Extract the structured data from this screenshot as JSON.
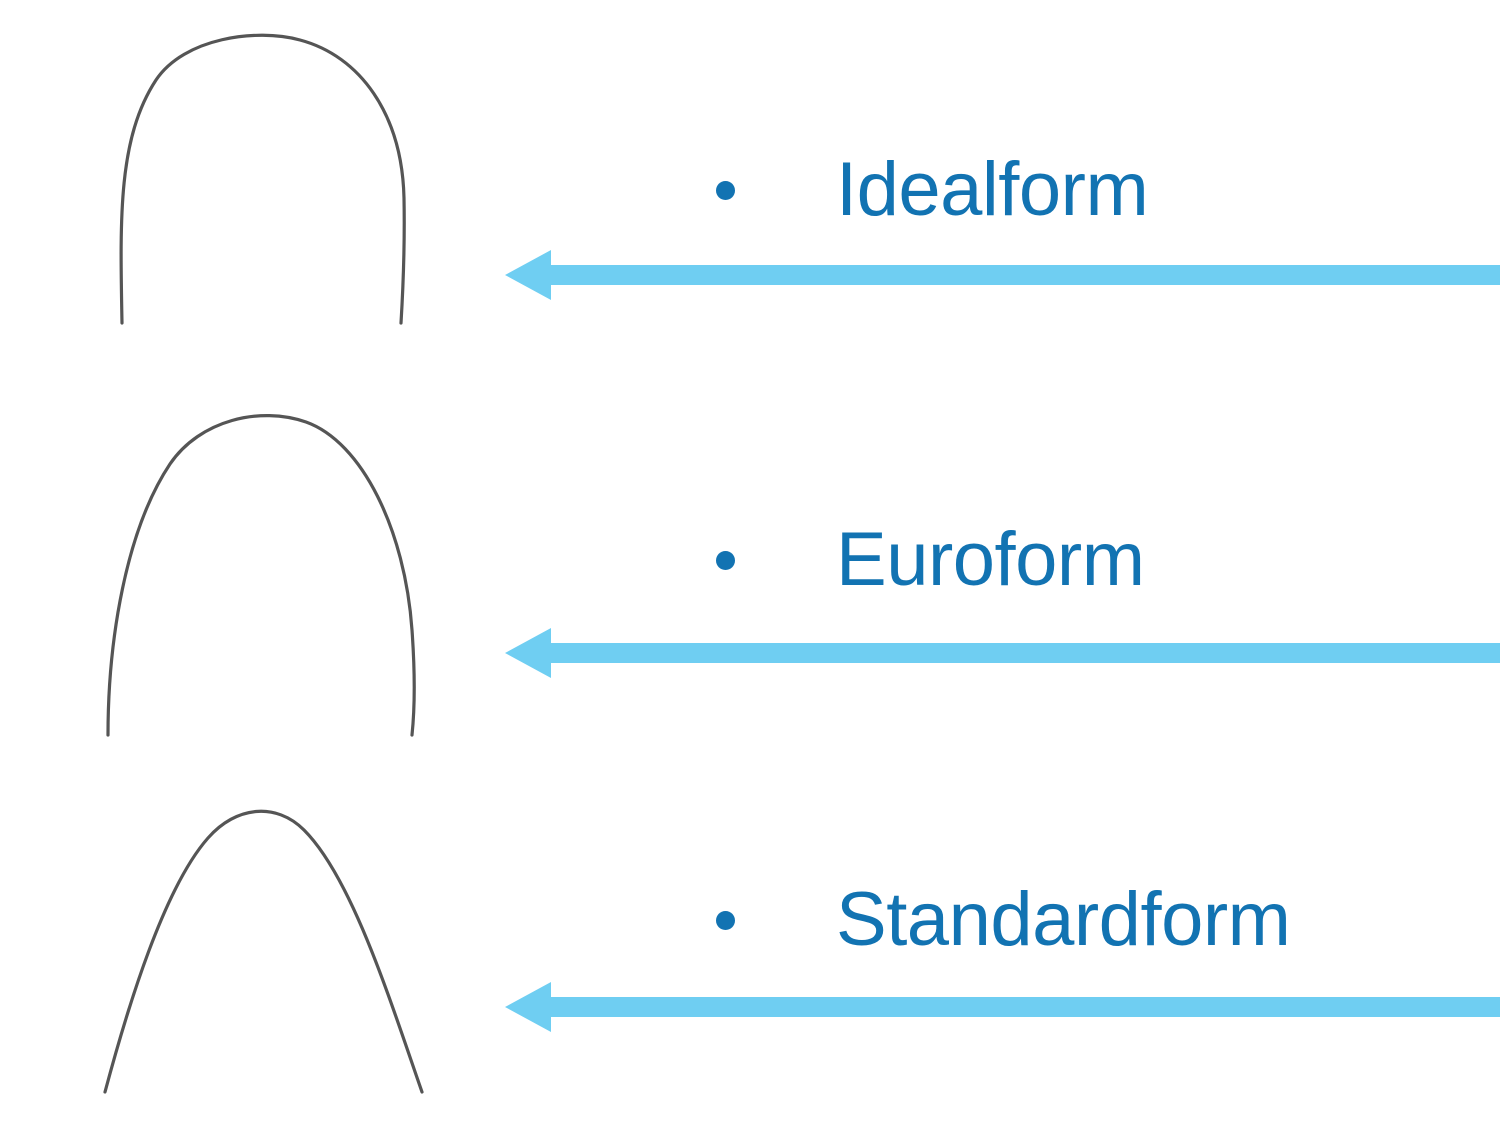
{
  "slide": {
    "background_color": "#FFFFFF",
    "accent_text_color": "#1273B2",
    "arrow_color": "#6FCEF2",
    "wire_color": "#555555"
  },
  "rows": [
    {
      "label": "Idealform",
      "bullet": "bullet-dot",
      "arch_shape": "squared-u-archwire",
      "arrow": "left-arrow"
    },
    {
      "label": "Euroform",
      "bullet": "bullet-dot",
      "arch_shape": "rounded-parabolic-archwire",
      "arrow": "left-arrow"
    },
    {
      "label": "Standardform",
      "bullet": "bullet-dot",
      "arch_shape": "tapered-pointed-archwire",
      "arrow": "left-arrow"
    }
  ]
}
